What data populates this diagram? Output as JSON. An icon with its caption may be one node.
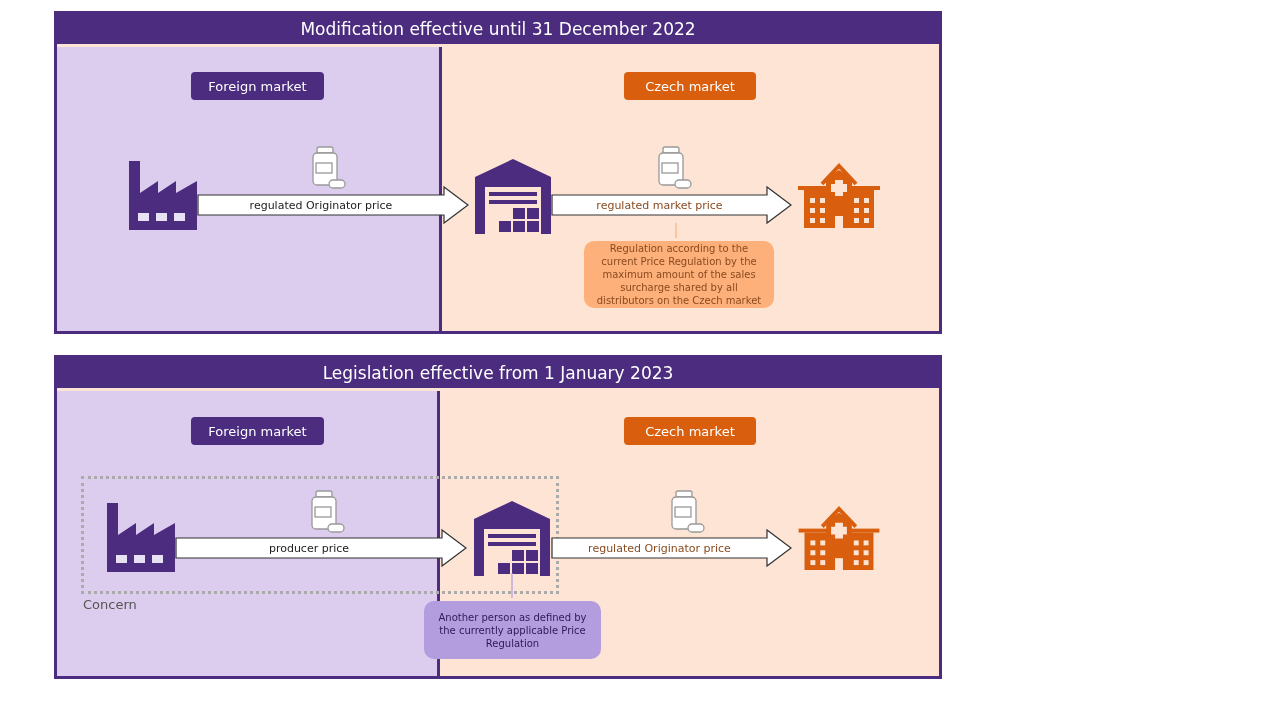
{
  "diagram": {
    "nodes": [
      {
        "text": [
          "Modification effective until 31 December 2022"
        ]
      },
      {
        "text": [
          "Foreign market"
        ],
        "in": 0
      },
      {
        "text": [
          "Czech market"
        ],
        "in": 0
      },
      {
        "text": [],
        "shape": "factory",
        "in": 0
      },
      {
        "text": [],
        "shape": "warehouse",
        "in": 0
      },
      {
        "text": [],
        "shape": "hospital",
        "in": 0
      },
      {
        "text": [
          "Regulation according to the current Price Regulation by the maximum amount of the sales surcharge shared by all distributors on the Czech market"
        ],
        "in": 0
      },
      {
        "text": [
          "Legislation effective from 1 January 2023"
        ]
      },
      {
        "text": [
          "Foreign market"
        ],
        "in": 7
      },
      {
        "text": [
          "Czech market"
        ],
        "in": 7
      },
      {
        "text": [
          "Concern"
        ],
        "in": 7
      },
      {
        "text": [],
        "shape": "factory",
        "in": 10
      },
      {
        "text": [],
        "shape": "warehouse",
        "in": 10
      },
      {
        "text": [],
        "shape": "hospital",
        "in": 7
      },
      {
        "text": [
          "Another person as defined by the currently applicable Price Regulation"
        ],
        "in": 7
      }
    ],
    "edges": [
      {
        "from": 3,
        "to": 4,
        "label": "regulated Originator price",
        "arrow": "to"
      },
      {
        "from": 4,
        "to": 5,
        "label": "regulated market price",
        "arrow": "to"
      },
      {
        "from": 6,
        "to": null,
        "arrow": "none",
        "color": "#fdb07a"
      },
      {
        "from": 11,
        "to": 12,
        "label": "producer price",
        "arrow": "to"
      },
      {
        "from": 12,
        "to": 13,
        "label": "regulated Originator price",
        "arrow": "to"
      },
      {
        "from": 14,
        "to": 12,
        "arrow": "none",
        "color": "#b39ddf"
      }
    ]
  }
}
